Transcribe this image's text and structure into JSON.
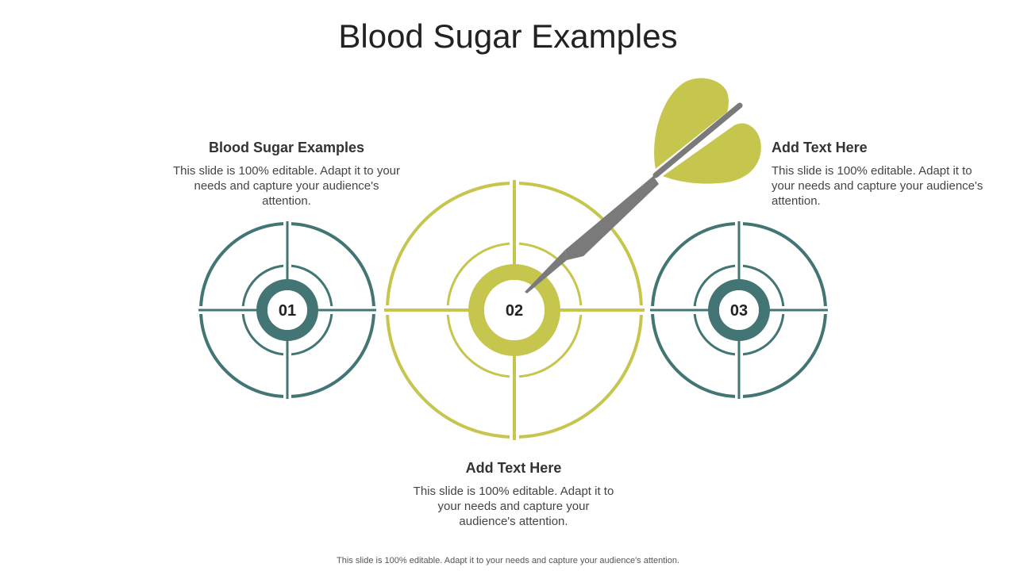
{
  "title": "Blood Sugar Examples",
  "colors": {
    "teal": "#427574",
    "olive": "#C6C64F",
    "dart": "#7A7A7A"
  },
  "targets": [
    {
      "number": "01",
      "color": "teal"
    },
    {
      "number": "02",
      "color": "olive"
    },
    {
      "number": "03",
      "color": "teal"
    }
  ],
  "blocks": [
    {
      "heading": "Blood Sugar Examples",
      "body": "This slide is 100% editable. Adapt it to your needs and capture your audience's attention."
    },
    {
      "heading": "Add Text Here",
      "body": "This slide is 100% editable. Adapt it to your needs and capture your audience's attention."
    },
    {
      "heading": "Add Text Here",
      "body": "This slide is 100% editable. Adapt it to your needs and capture your audience's attention."
    }
  ],
  "footer": "This slide is 100% editable. Adapt it to your needs and capture your audience's attention.",
  "icons": [
    "dart-icon",
    "target-icon"
  ]
}
